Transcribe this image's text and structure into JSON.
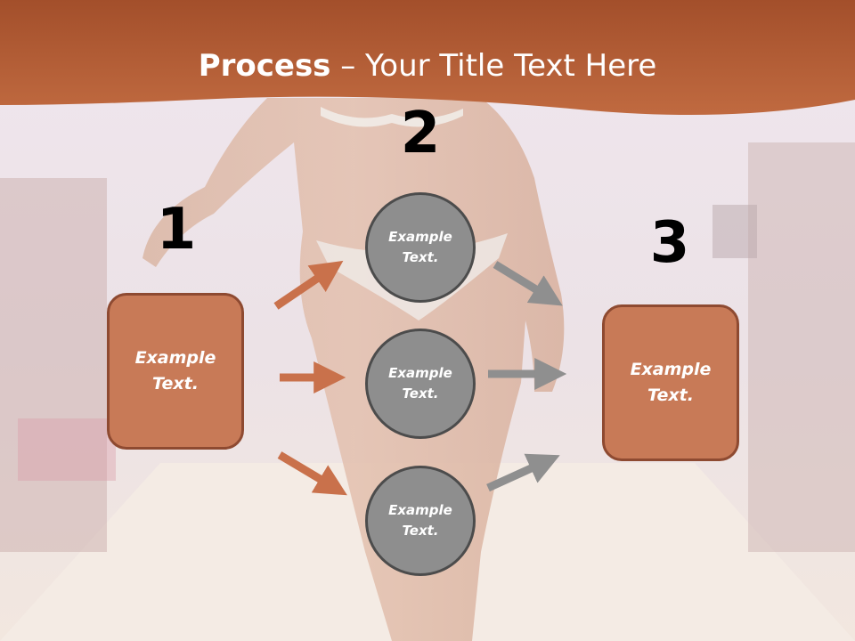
{
  "slide": {
    "title_bold": "Process",
    "title_rest": " – Your Title Text Here"
  },
  "steps": [
    {
      "number": "1",
      "text": "Example Text."
    },
    {
      "number": "2",
      "text": "Example Text."
    },
    {
      "number": "3",
      "text": "Example Text."
    }
  ],
  "circles": [
    {
      "text": "Example Text."
    },
    {
      "text": "Example Text."
    },
    {
      "text": "Example Text."
    }
  ],
  "colors": {
    "title_band": "#b85e36",
    "box_fill": "#c87a57",
    "box_border": "#8e4a31",
    "circle_fill": "#8e8e8e",
    "circle_border": "#4c4c4c",
    "arrow_left": "#c9714b",
    "arrow_right": "#8f8f8f"
  }
}
